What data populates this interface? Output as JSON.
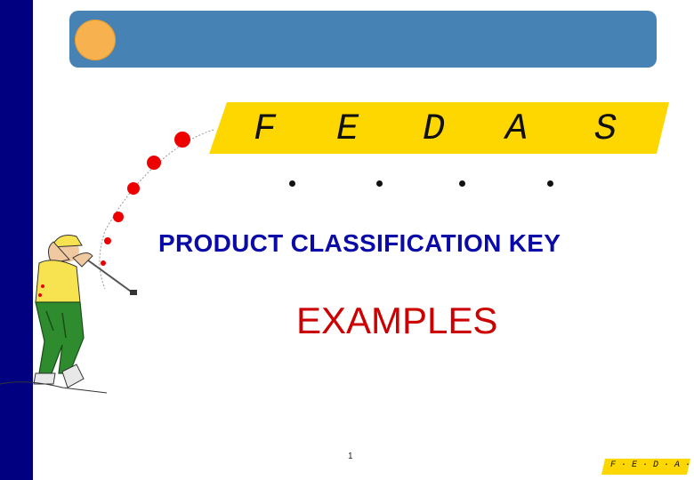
{
  "header": {
    "letters": [
      "F",
      "E",
      "D",
      "A",
      "S"
    ]
  },
  "main": {
    "title": "PRODUCT CLASSIFICATION KEY",
    "subtitle": "EXAMPLES",
    "page_number": "1"
  },
  "footer": {
    "badge_text": "F · E · D · A · S"
  },
  "colors": {
    "left_bar": "#000080",
    "banner": "#4682b4",
    "sun_circle": "#f7b24f",
    "letter_band": "#ffd700",
    "title": "#0a0aa8",
    "subtitle": "#cc0000",
    "ball": "#ee0000"
  },
  "icons": {
    "banner_ornament": "sun-circle-icon",
    "golfer": "golfer-illustration-icon",
    "ball_trail": "golf-ball-trail-icon"
  }
}
